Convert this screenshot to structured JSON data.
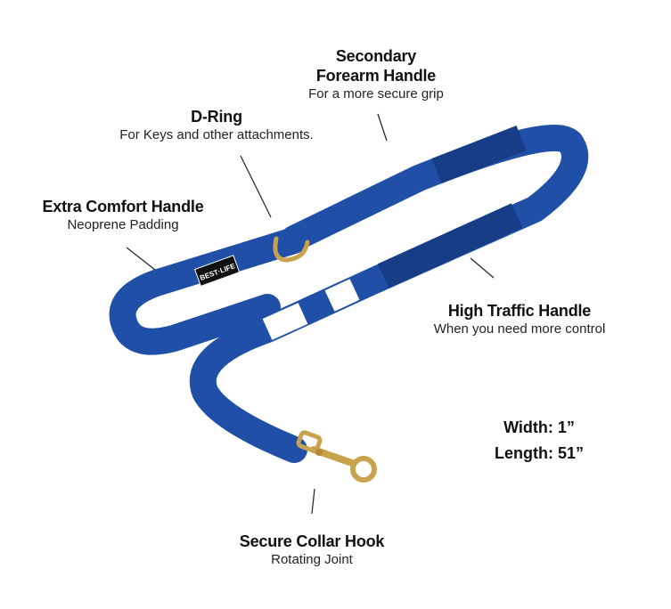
{
  "callouts": {
    "forearm": {
      "title_line1": "Secondary",
      "title_line2": "Forearm Handle",
      "subtitle": "For a more secure grip"
    },
    "dring": {
      "title": "D-Ring",
      "subtitle": "For Keys and other attachments."
    },
    "comfort": {
      "title": "Extra Comfort Handle",
      "subtitle": "Neoprene Padding"
    },
    "traffic": {
      "title": "High Traffic Handle",
      "subtitle": "When you need more control"
    },
    "hook": {
      "title": "Secure Collar Hook",
      "subtitle": "Rotating Joint"
    }
  },
  "dimensions": {
    "width": "Width: 1”",
    "length": "Length: 51”"
  },
  "product": {
    "brand_tag": "BEST·LIFE"
  },
  "colors": {
    "leash_blue": "#1f4fa6",
    "leash_dark": "#163d85",
    "stripe_white": "#ffffff",
    "brass": "#c9a24e",
    "brand_tag_bg": "#111111"
  }
}
